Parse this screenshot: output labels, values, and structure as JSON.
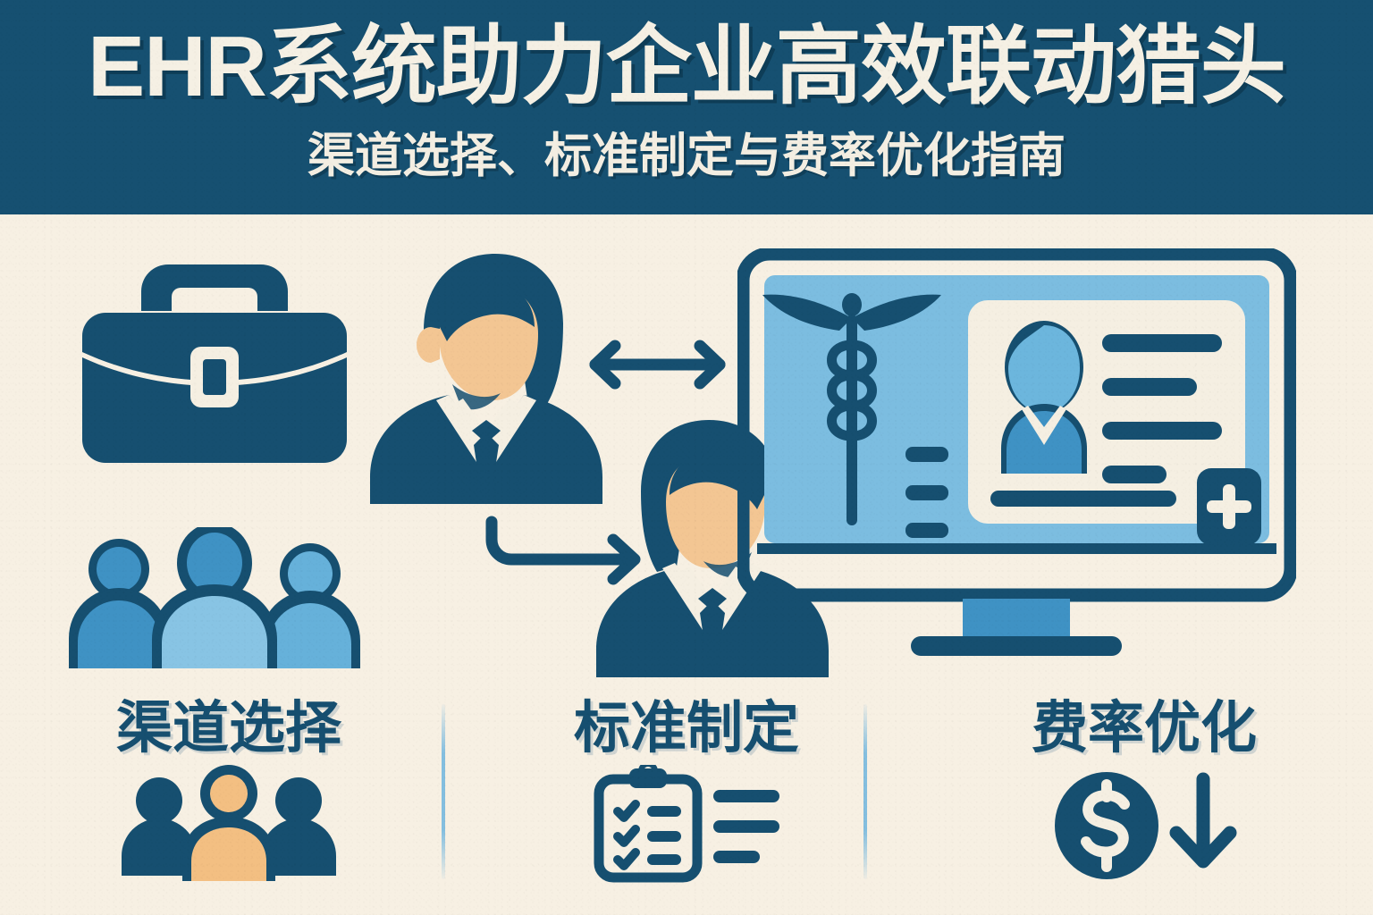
{
  "header": {
    "title": "EHR系统助力企业高效联动猎头",
    "subtitle": "渠道选择、标准制定与费率优化指南",
    "bg_color": "#165071",
    "text_color": "#f5f0e4"
  },
  "theme": {
    "background": "#f7f0e3",
    "dark_blue": "#164f70",
    "mid_blue": "#2f81b5",
    "light_blue": "#7cbde0",
    "accent_orange": "#f3bf82",
    "cream": "#f5efe2"
  },
  "illustration": {
    "icons": [
      {
        "name": "briefcase-icon",
        "label": "公文包"
      },
      {
        "name": "people-group-icon",
        "label": "人群"
      },
      {
        "name": "businessman-recruiter-icon",
        "label": "招聘负责人"
      },
      {
        "name": "businessman-headhunter-icon",
        "label": "猎头顾问"
      },
      {
        "name": "bidirectional-arrow-icon",
        "label": "双向联动"
      },
      {
        "name": "curved-arrow-icon",
        "label": "流转"
      },
      {
        "name": "ehr-monitor-icon",
        "label": "EHR系统界面"
      }
    ],
    "monitor": {
      "caduceus": "caduceus-icon",
      "record_card": {
        "avatar": "patient-avatar-icon",
        "text_lines": 4,
        "footer_line": 1,
        "add_button": "plus-button-icon"
      },
      "side_list_items": 3
    }
  },
  "bottom": {
    "columns": [
      {
        "label": "渠道选择",
        "icon": "people-group-icon"
      },
      {
        "label": "标准制定",
        "icon": "clipboard-checklist-icon"
      },
      {
        "label": "费率优化",
        "icon": "dollar-down-icon"
      }
    ],
    "clipboard": {
      "check_rows": 3,
      "side_lines": 3
    }
  }
}
